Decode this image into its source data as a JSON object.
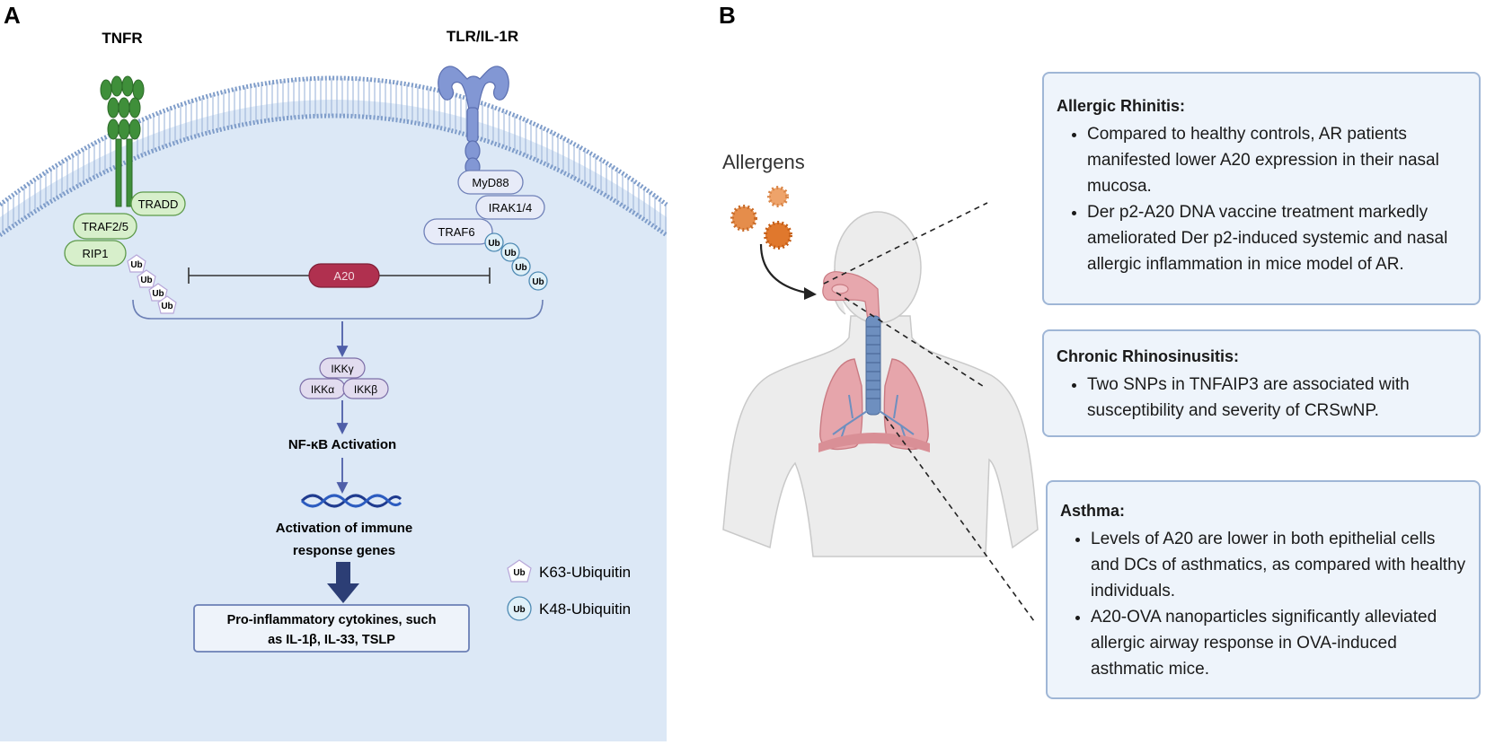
{
  "panel_a": {
    "letter": "A",
    "receptor_tnfr": "TNFR",
    "receptor_tlr": "TLR/IL-1R",
    "tradd": "TRADD",
    "traf25": "TRAF2/5",
    "rip1": "RIP1",
    "myd88": "MyD88",
    "irak": "IRAK1/4",
    "traf6": "TRAF6",
    "ub": "Ub",
    "a20": "A20",
    "ikk_gamma": "IKKγ",
    "ikk_alpha": "IKKα",
    "ikk_beta": "IKKβ",
    "nfkb": "NF-κB Activation",
    "genes_line1": "Activation of immune",
    "genes_line2": "response genes",
    "cytokines_line1": "Pro-inflammatory cytokines, such",
    "cytokines_line2": "as IL-1β, IL-33, TSLP",
    "legend_k63": "K63-Ubiquitin",
    "legend_k48": "K48-Ubiquitin"
  },
  "panel_b": {
    "letter": "B",
    "allergens": "Allergens",
    "boxes": [
      {
        "title": "Allergic Rhinitis:",
        "bullets": [
          "Compared to healthy controls, AR patients manifested lower A20 expression in their nasal mucosa.",
          "Der p2-A20 DNA vaccine treatment markedly ameliorated Der p2-induced systemic and nasal allergic inflammation in mice model of AR."
        ]
      },
      {
        "title": "Chronic Rhinosinusitis:",
        "bullets": [
          "Two SNPs in TNFAIP3 are associated with susceptibility and severity of CRSwNP."
        ]
      },
      {
        "title": "Asthma:",
        "bullets": [
          "Levels of A20 are lower in both epithelial cells and DCs of asthmatics, as compared with healthy individuals.",
          "A20-OVA nanoparticles significantly alleviated allergic airway response in OVA-induced asthmatic mice."
        ]
      }
    ]
  }
}
